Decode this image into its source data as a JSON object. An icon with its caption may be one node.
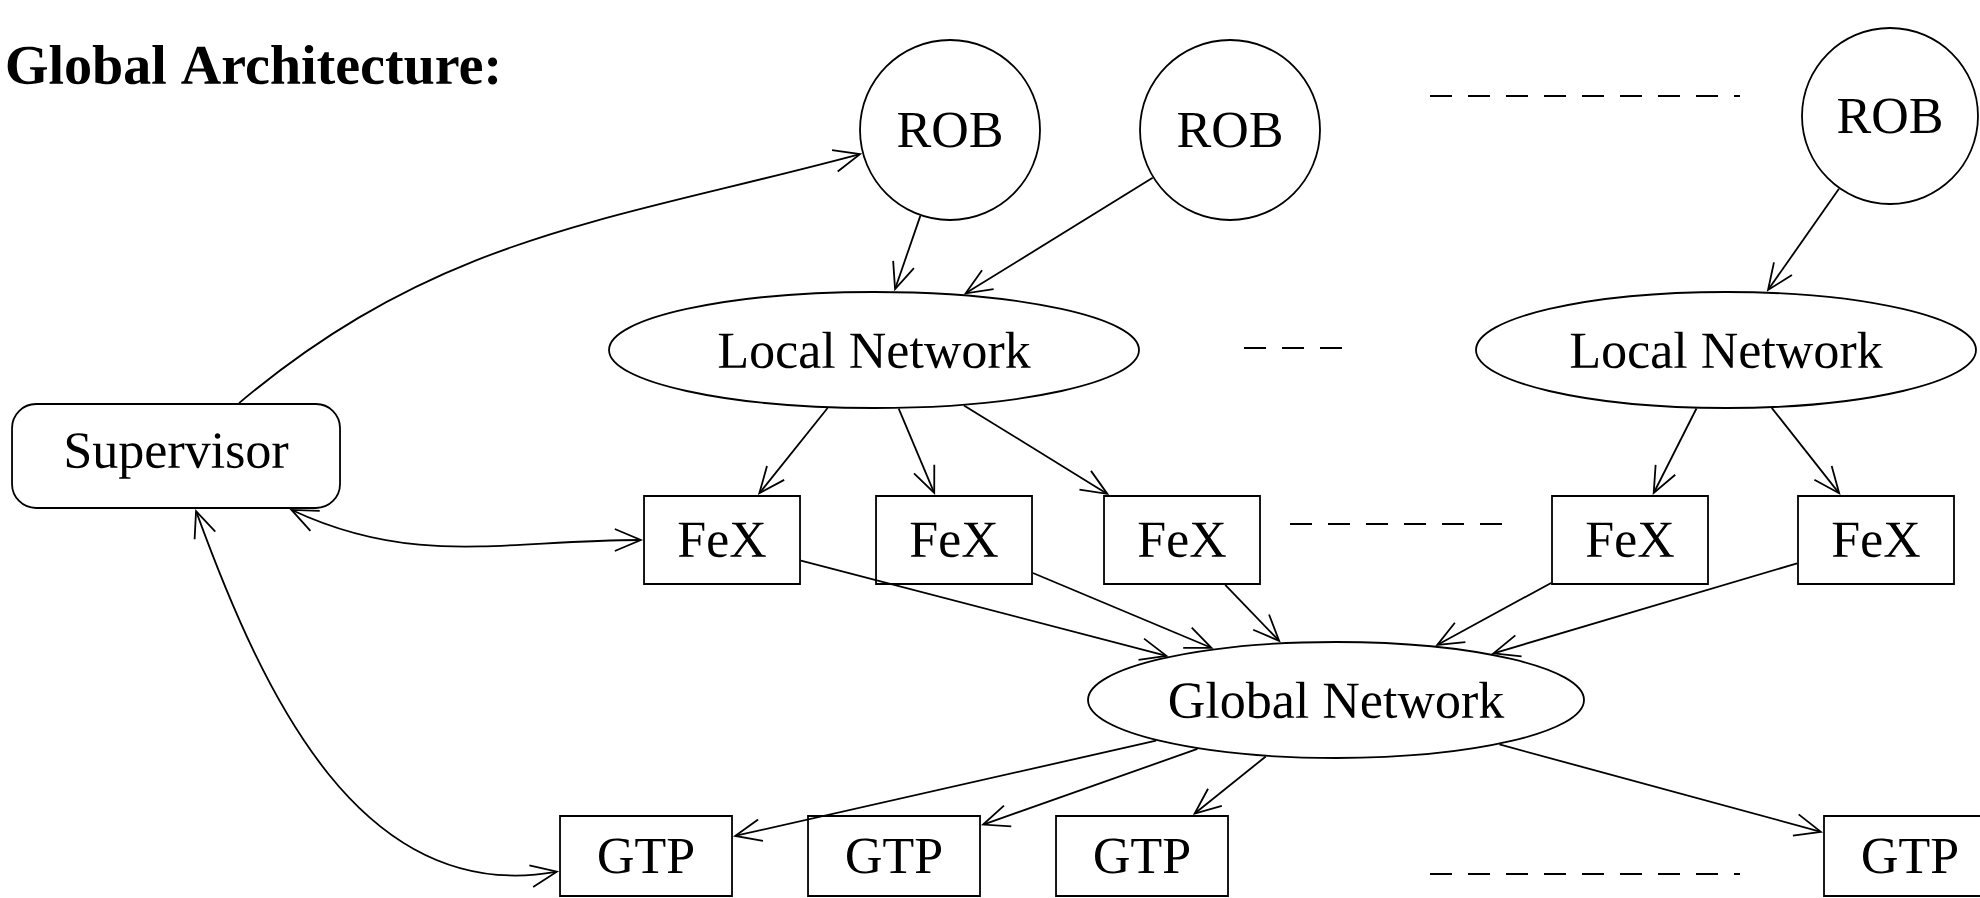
{
  "diagram": {
    "title": "Global Architecture:",
    "nodes": [
      {
        "text": [
          "ROB"
        ]
      },
      {
        "text": [
          "ROB"
        ]
      },
      {
        "text": [
          "ROB"
        ]
      },
      {
        "text": [
          "Local Network"
        ]
      },
      {
        "text": [
          "Local Network"
        ]
      },
      {
        "text": [
          "Supervisor"
        ]
      },
      {
        "text": [
          "FeX"
        ]
      },
      {
        "text": [
          "FeX"
        ]
      },
      {
        "text": [
          "FeX"
        ]
      },
      {
        "text": [
          "FeX"
        ]
      },
      {
        "text": [
          "FeX"
        ]
      },
      {
        "text": [
          "Global Network"
        ]
      },
      {
        "text": [
          "GTP"
        ]
      },
      {
        "text": [
          "GTP"
        ]
      },
      {
        "text": [
          "GTP"
        ]
      },
      {
        "text": [
          "GTP"
        ]
      }
    ],
    "edges": [
      {
        "from": 0,
        "to": 3,
        "arrow": "to"
      },
      {
        "from": 1,
        "to": 3,
        "arrow": "to"
      },
      {
        "from": 2,
        "to": 4,
        "arrow": "to"
      },
      {
        "from": 3,
        "to": 6,
        "arrow": "to"
      },
      {
        "from": 3,
        "to": 7,
        "arrow": "to"
      },
      {
        "from": 3,
        "to": 8,
        "arrow": "to"
      },
      {
        "from": 4,
        "to": 9,
        "arrow": "to"
      },
      {
        "from": 4,
        "to": 10,
        "arrow": "to"
      },
      {
        "from": 6,
        "to": 11,
        "arrow": "to"
      },
      {
        "from": 7,
        "to": 11,
        "arrow": "to"
      },
      {
        "from": 8,
        "to": 11,
        "arrow": "to"
      },
      {
        "from": 9,
        "to": 11,
        "arrow": "to"
      },
      {
        "from": 10,
        "to": 11,
        "arrow": "to"
      },
      {
        "from": 11,
        "to": 12,
        "arrow": "to"
      },
      {
        "from": 11,
        "to": 13,
        "arrow": "to"
      },
      {
        "from": 11,
        "to": 14,
        "arrow": "to"
      },
      {
        "from": 11,
        "to": 15,
        "arrow": "to"
      },
      {
        "from": 5,
        "to": 0,
        "arrow": "to"
      },
      {
        "from": 5,
        "to": 6,
        "arrow": "both"
      },
      {
        "from": 5,
        "to": 12,
        "arrow": "both"
      }
    ]
  }
}
